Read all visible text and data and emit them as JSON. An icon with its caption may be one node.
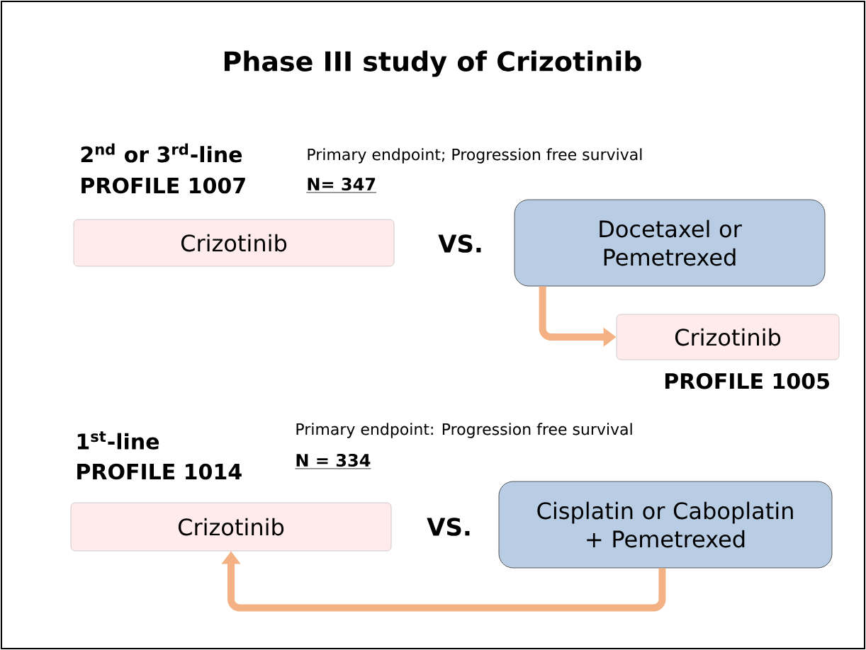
{
  "diagram": {
    "title": "Phase III study of Crizotinib",
    "nodes": [
      {
        "text": [
          "Crizotinib"
        ]
      },
      {
        "text": [
          "Docetaxel or Pemetrexed"
        ]
      },
      {
        "text": [
          "Crizotinib"
        ],
        "beside": [
          "PROFILE 1005"
        ]
      },
      {
        "text": [
          "Crizotinib"
        ]
      },
      {
        "text": [
          "Cisplatin or Caboplatin + Pemetrexed"
        ]
      }
    ],
    "edges": [
      {
        "from": 1,
        "to": 2,
        "arrow": "to"
      },
      {
        "from": 4,
        "to": 3,
        "arrow": "to"
      }
    ],
    "labels": [
      "2$^{nd}$ or 3$^{rd}$-line",
      "Primary endpoint; Progression free survival",
      "PROFILE 1007",
      "N= 347",
      "VS.",
      "1$^{st}$-line",
      "Primary endpoint: Progression free survival",
      "PROFILE 1014",
      "N = 334",
      "VS."
    ]
  }
}
